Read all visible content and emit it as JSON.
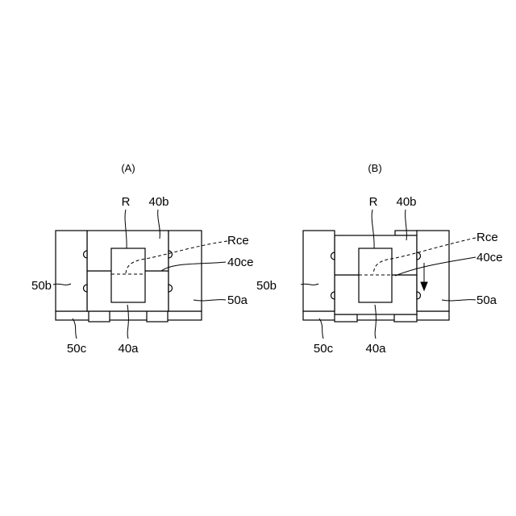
{
  "figures": [
    {
      "caption": "(A)",
      "labels": {
        "R": "R",
        "top": "40b",
        "bottom": "40a",
        "rce": "Rce",
        "ce": "40ce",
        "left": "50b",
        "right": "50a",
        "base": "50c"
      }
    },
    {
      "caption": "(B)",
      "labels": {
        "R": "R",
        "top": "40b",
        "bottom": "40a",
        "rce": "Rce",
        "ce": "40ce",
        "left": "50b",
        "right": "50a",
        "base": "50c"
      }
    }
  ]
}
